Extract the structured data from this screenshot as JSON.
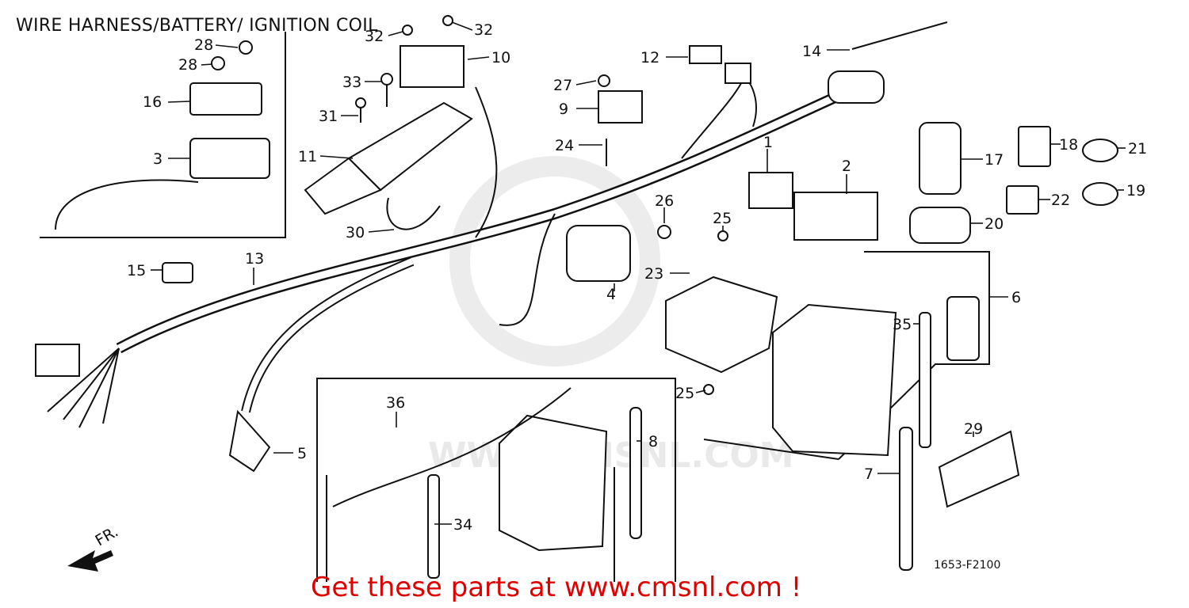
{
  "title": "WIRE HARNESS/BATTERY/ IGNITION COIL",
  "watermark": "WWW.CMSNL.COM",
  "drawing_code": "1653-F2100",
  "front_marker": "FR.",
  "footer": "Get these parts at www.cmsnl.com !",
  "colors": {
    "footer": "#e00000",
    "line": "#111111",
    "watermark": "#e9e9e9"
  },
  "part_labels": {
    "p1": "1",
    "p2": "2",
    "p3": "3",
    "p4": "4",
    "p5": "5",
    "p6": "6",
    "p7": "7",
    "p8": "8",
    "p9": "9",
    "p10": "10",
    "p11": "11",
    "p12": "12",
    "p13": "13",
    "p14": "14",
    "p15": "15",
    "p16": "16",
    "p17": "17",
    "p18": "18",
    "p19": "19",
    "p20": "20",
    "p21": "21",
    "p22": "22",
    "p23": "23",
    "p24": "24",
    "p25": "25",
    "p26": "26",
    "p27": "27",
    "p28": "28",
    "p29": "29",
    "p30": "30",
    "p31": "31",
    "p32": "32",
    "p33": "33",
    "p34": "34",
    "p35": "35",
    "p36": "36"
  }
}
